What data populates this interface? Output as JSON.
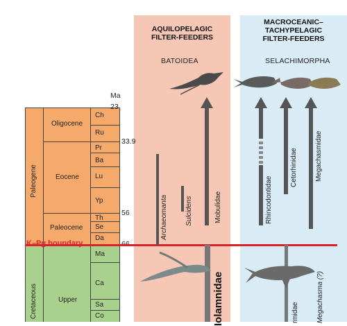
{
  "panels": {
    "aquilopelagic": {
      "title_line1": "AQUILOPELAGIC",
      "title_line2": "FILTER-FEEDERS",
      "clade": "BATOIDEA"
    },
    "macroceanic": {
      "title_line1": "MACROCEANIC–",
      "title_line2": "TACHYPELAGIC",
      "title_line3": "FILTER-FEEDERS",
      "clade": "SELACHIMORPHA"
    }
  },
  "timescale": {
    "unit": "Ma",
    "ages": [
      "23",
      "33.9",
      "56",
      "66"
    ],
    "periods": [
      "Paleogene",
      "Cretaceous"
    ],
    "epochs": [
      "Oligocene",
      "Eocene",
      "Paleocene",
      "Upper"
    ],
    "stages": [
      "Ch",
      "Ru",
      "Pr",
      "Ba",
      "Lu",
      "Yp",
      "Th",
      "Se",
      "Da",
      "Ma",
      "Ca",
      "Sa",
      "Co"
    ]
  },
  "boundary": {
    "label": "K–Pg boundary",
    "color": "#d8232a"
  },
  "taxa": {
    "batoidea": [
      "Archaeomanta",
      "Sulcidens",
      "Mobulidae",
      "Iolamnidae"
    ],
    "selachimorpha": [
      "Rhincodontidae",
      "Cetorhinidae",
      "Megachasmidae",
      "rmidae",
      "Megachasma (?)"
    ]
  },
  "colors": {
    "paleogene": "#f5a96a",
    "cretaceous": "#a9d18e",
    "batoid_panel": "#f6c7b4",
    "shark_panel": "#d9ebf4"
  }
}
